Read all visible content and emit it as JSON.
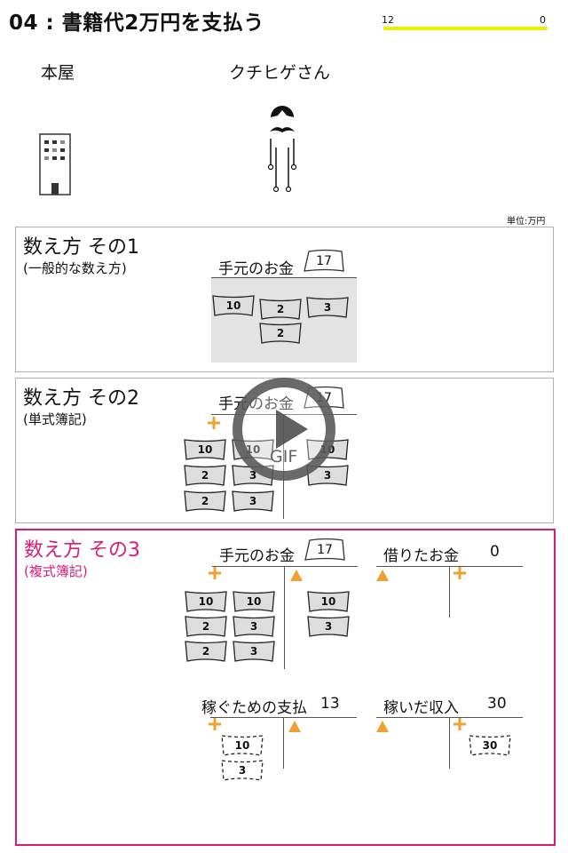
{
  "header": {
    "title": "04 : 書籍代2万円を支払う",
    "progress_start": "12",
    "progress_end": "0",
    "progress_fraction": 1.0,
    "progress_color": "#e8f000"
  },
  "actors": {
    "bookstore_label": "本屋",
    "bookstore_icon": "building-icon",
    "customer_label": "クチヒゲさん",
    "customer_icon": "mustache-person-icon"
  },
  "unit_label": "単位:万円",
  "colors": {
    "accent": "#d81b7a",
    "plus": "#f0a030",
    "minus": "#f0a030",
    "highlight_bg": "#e3e3e3"
  },
  "panels": [
    {
      "title": "数え方 その1",
      "subtitle": "(一般的な数え方)",
      "account_label": "手元のお金",
      "account_value": "17",
      "bills": [
        "10",
        "2",
        "3",
        "2"
      ]
    },
    {
      "title": "数え方 その2",
      "subtitle": "(単式簿記)",
      "account_label": "手元のお金",
      "account_value": "17",
      "left_bills": [
        "10",
        "10",
        "2",
        "3",
        "2",
        "3"
      ],
      "right_bills": [
        "10",
        "3"
      ],
      "overlay_label": "GIF",
      "overlay_icon": "play-icon"
    },
    {
      "title": "数え方 その3",
      "subtitle": "(複式簿記)",
      "cash": {
        "label": "手元のお金",
        "value": "17",
        "left_bills": [
          "10",
          "10",
          "2",
          "3",
          "2",
          "3"
        ],
        "right_bills": [
          "10",
          "3"
        ]
      },
      "borrowed": {
        "label": "借りたお金",
        "value": "0"
      },
      "expenses": {
        "label": "稼ぐための支払",
        "value": "13",
        "bills": [
          "10",
          "3"
        ]
      },
      "income": {
        "label": "稼いだ収入",
        "value": "30",
        "bills": [
          "30"
        ]
      }
    }
  ]
}
